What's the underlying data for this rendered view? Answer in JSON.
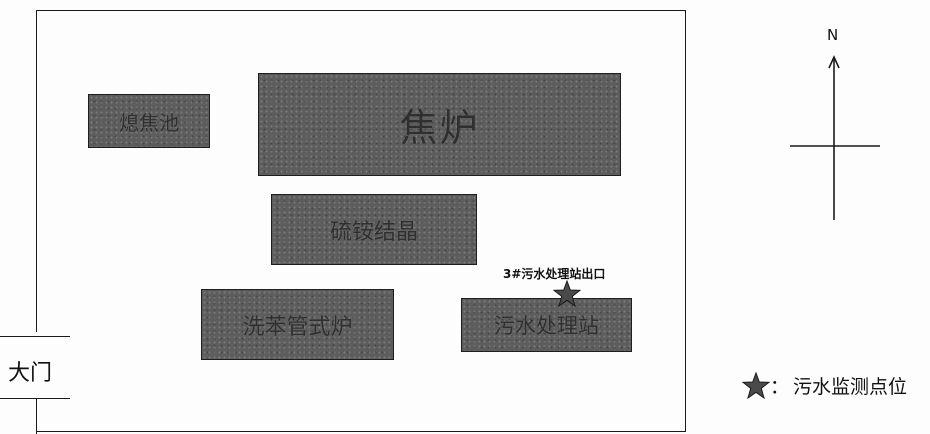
{
  "site": {
    "gate_label": "大门"
  },
  "buildings": {
    "quench_pool": {
      "label": "熄焦池"
    },
    "coke_oven": {
      "label": "焦炉"
    },
    "ammonium_sulfate": {
      "label": "硫铵结晶"
    },
    "tube_furnace": {
      "label": "洗苯管式炉"
    },
    "wastewater_station": {
      "label": "污水处理站"
    }
  },
  "monitoring": {
    "station_label": "3#污水处理站出口"
  },
  "compass": {
    "north_label": "N"
  },
  "legend": {
    "separator": "：",
    "label": "污水监测点位"
  },
  "colors": {
    "building_fill": "#5d5d5d",
    "line": "#1a1a1a",
    "marker": "#4a4a4a"
  }
}
